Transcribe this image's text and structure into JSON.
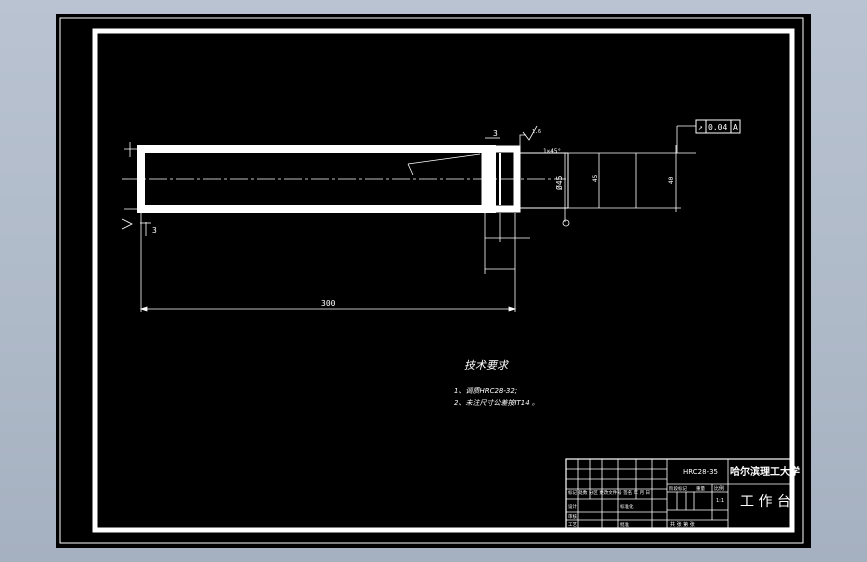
{
  "drawing": {
    "dimensions": {
      "length": "300",
      "diameter": "Ø45",
      "left_small": "3",
      "top_small": "3",
      "vertical_right": "40",
      "diameter_2": "45",
      "chamfer": "1×45°",
      "surface_mark": "1.6"
    },
    "gdt": {
      "symbol": "↗",
      "tolerance": "0.04",
      "datum": "A"
    },
    "requirements": {
      "title": "技术要求",
      "item1": "1、调质HRC28-32;",
      "item2": "2、未注尺寸公差按IT14 。"
    },
    "title_block": {
      "material": "HRC28-35",
      "school": "哈尔滨理工大学",
      "part_name": "工 作 台",
      "scale_label": "比例",
      "scale_value": "1:1",
      "header_row": "标记 处数 分区 更改文件号 签名 年 月 日",
      "design_label": "设计",
      "std_label": "标准化",
      "stage_label": "阶段标记",
      "weight_label": "重量",
      "review_label": "审核",
      "process_label": "工艺",
      "approve_label": "批准",
      "sheet_text": "共 张   第 张"
    }
  }
}
